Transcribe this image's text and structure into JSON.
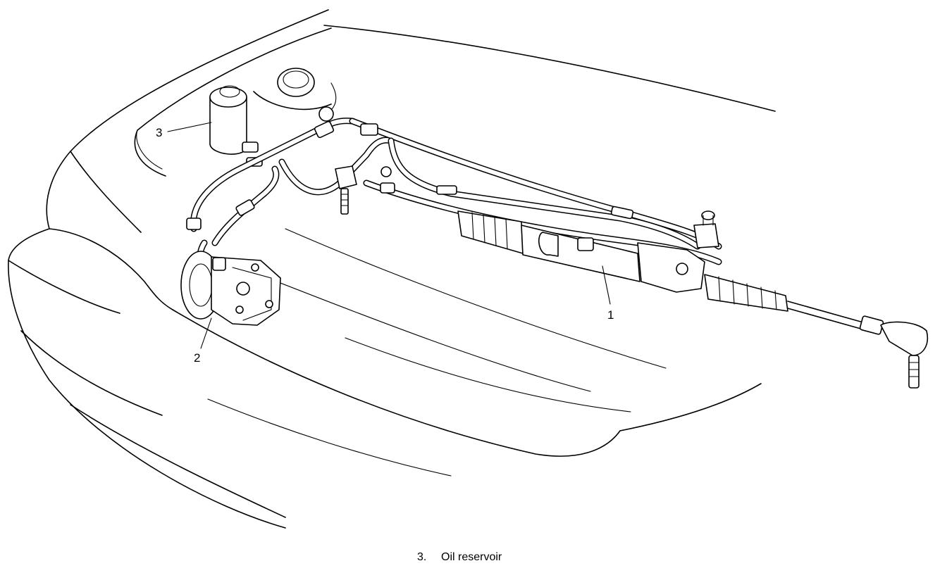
{
  "callouts": {
    "c1": "1",
    "c2": "2",
    "c3": "3"
  },
  "caption": {
    "number": "3.",
    "text": "Oil reservoir"
  }
}
